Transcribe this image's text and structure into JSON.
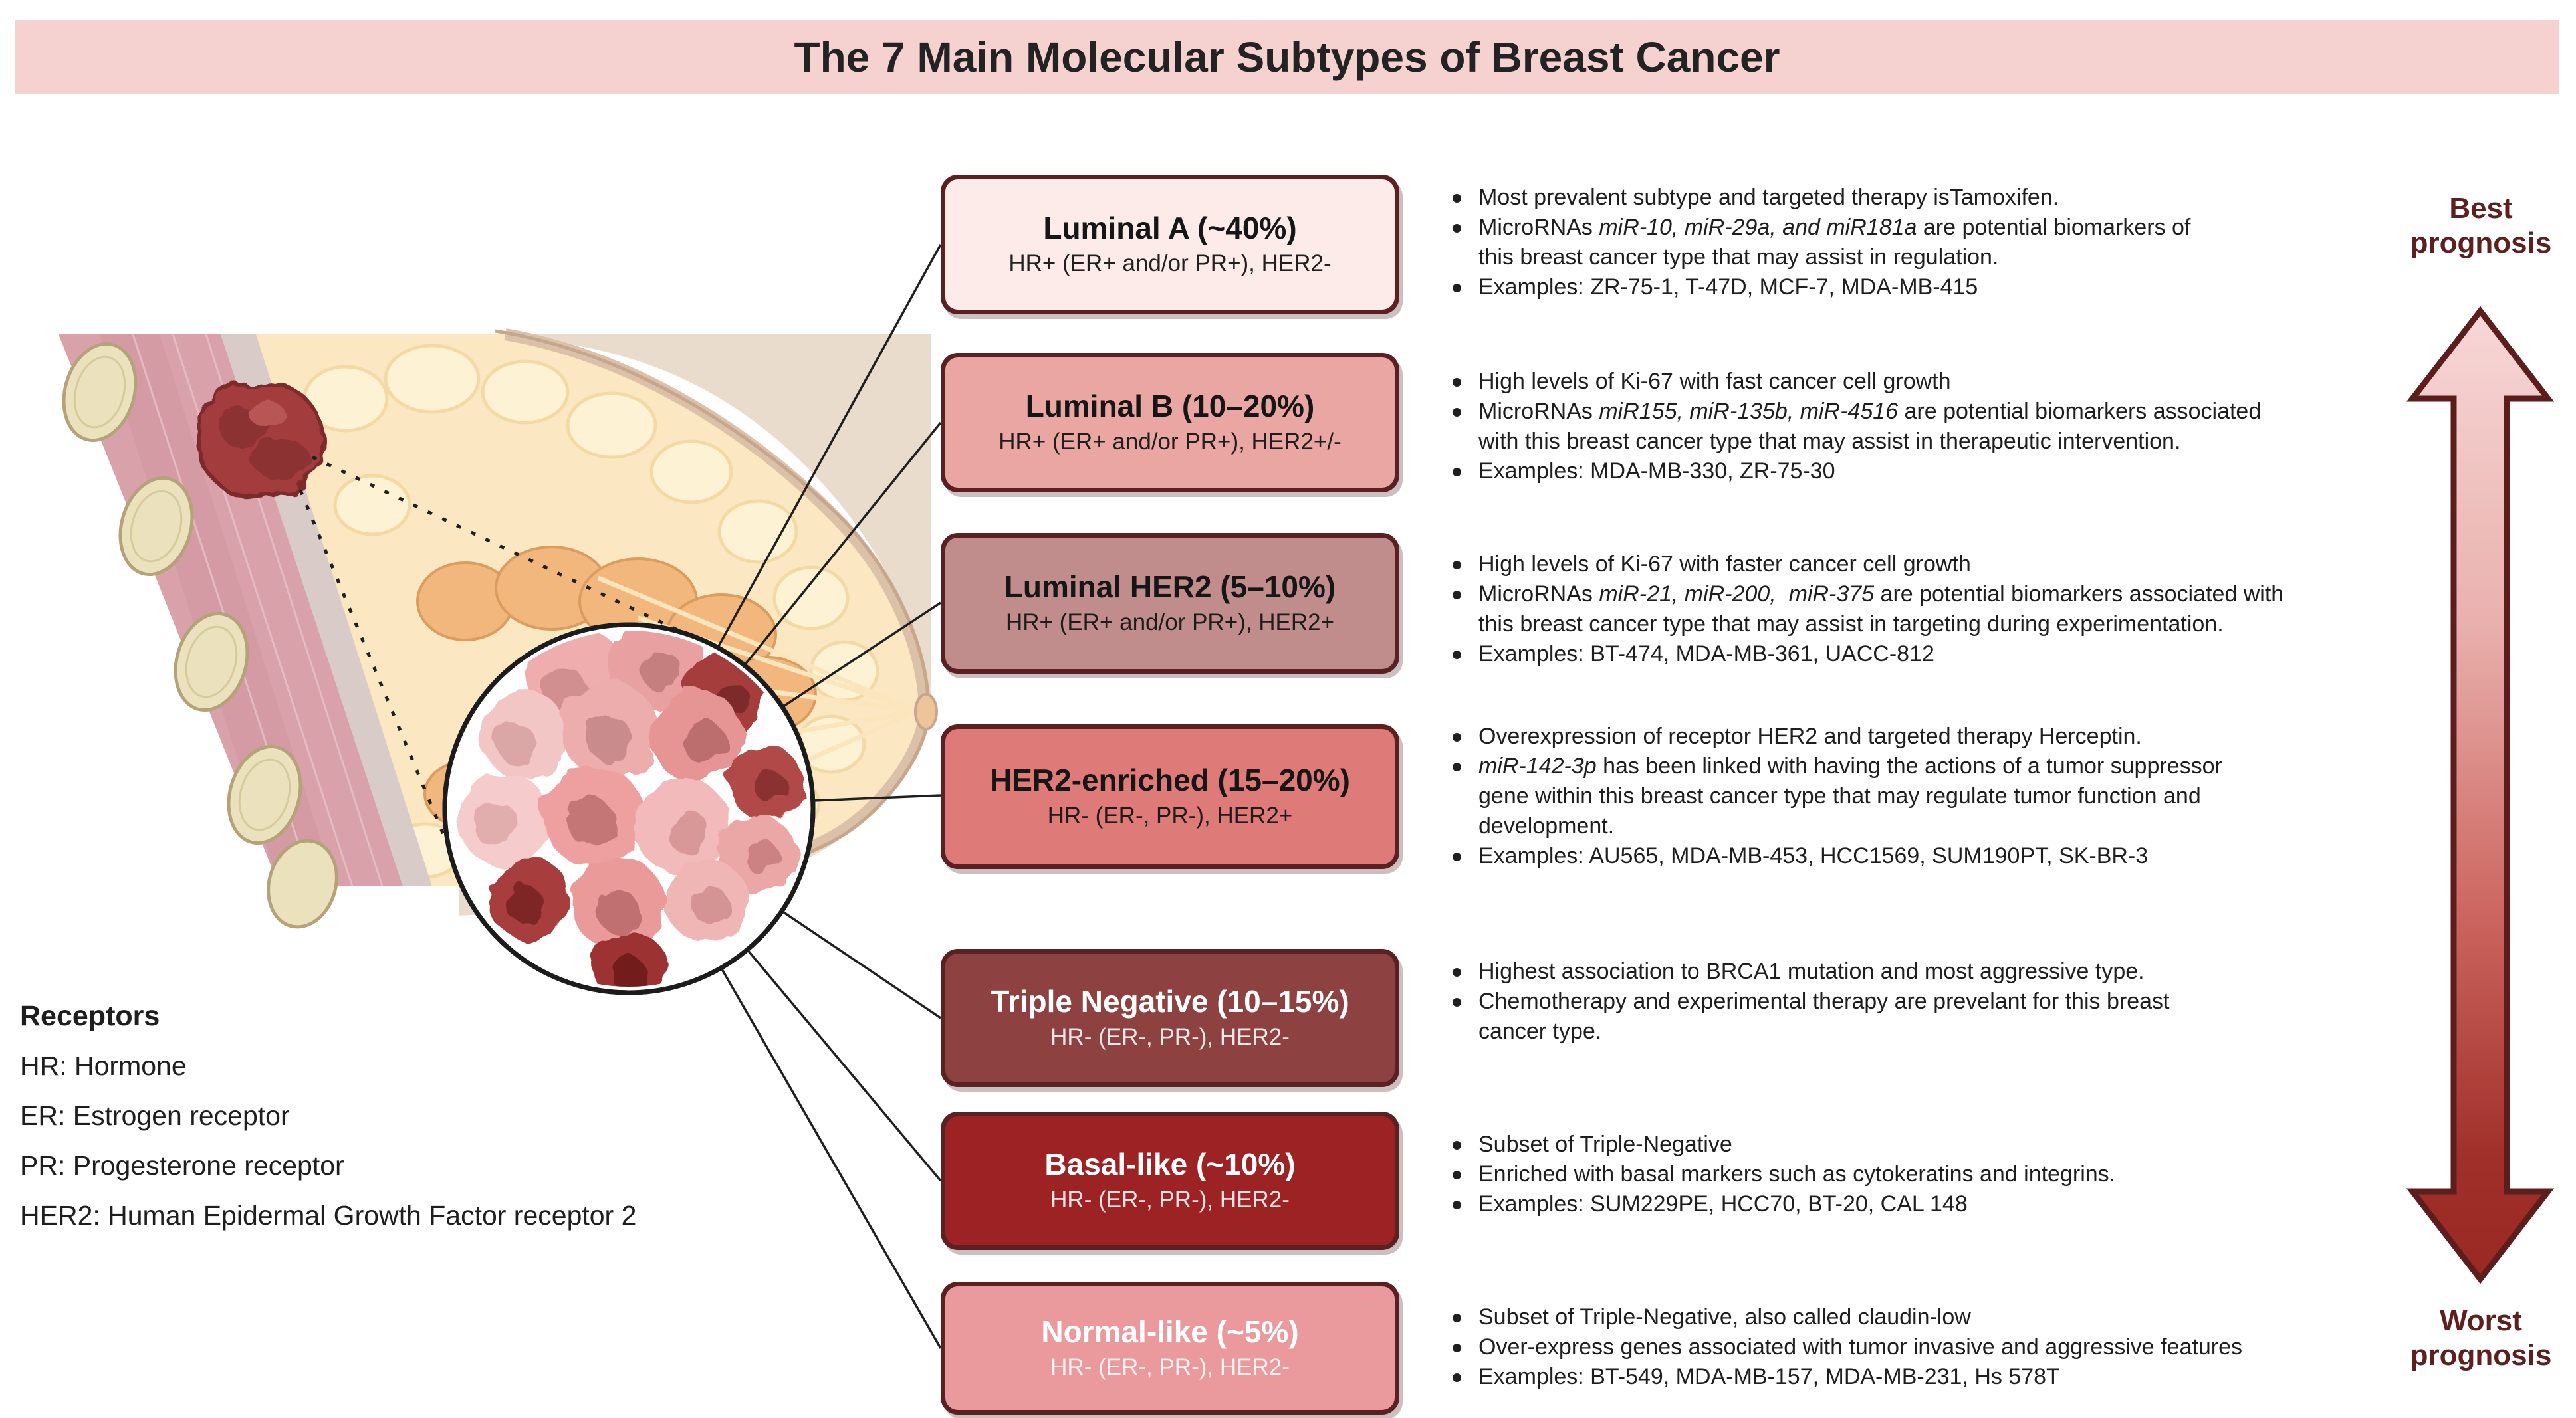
{
  "title": "The 7 Main Molecular Subtypes of Breast Cancer",
  "banner_color": "#f5d1d0",
  "accent_border_color": "#5a2022",
  "prognosis": {
    "best": "Best prognosis",
    "worst": "Worst prognosis"
  },
  "receptors": {
    "heading": "Receptors",
    "items": [
      "HR: Hormone",
      "ER: Estrogen receptor",
      "PR: Progesterone receptor",
      "HER2: Human Epidermal Growth Factor receptor 2"
    ]
  },
  "illustration": {
    "tumor_color": "#a33e3e",
    "cell_circle_border": "#1c1c1c",
    "arrow_gradient_top": "#f7d7d6",
    "arrow_gradient_bottom": "#9a2823"
  },
  "subtypes": [
    {
      "name": "Luminal A (~40%)",
      "receptor_status": "HR+ (ER+ and/or PR+), HER2-",
      "box_fill": "#fcebe9",
      "text_color": "#161616",
      "bullets": [
        {
          "lines": [
            [
              {
                "t": "Most prevalent subtype and targeted therapy isTamoxifen."
              }
            ]
          ]
        },
        {
          "lines": [
            [
              {
                "t": "MicroRNAs "
              },
              {
                "t": "miR-10, miR-29a, and miR181a",
                "i": true
              },
              {
                "t": " are potential biomarkers of"
              }
            ],
            [
              {
                "t": "this breast cancer type that may assist in regulation."
              }
            ]
          ]
        },
        {
          "lines": [
            [
              {
                "t": "Examples: ZR-75-1, T-47D, MCF-7, MDA-MB-415"
              }
            ]
          ]
        }
      ]
    },
    {
      "name": "Luminal B (10–20%)",
      "receptor_status": "HR+ (ER+ and/or PR+), HER2+/-",
      "box_fill": "#e9a6a3",
      "text_color": "#161616",
      "bullets": [
        {
          "lines": [
            [
              {
                "t": "High levels of Ki-67 with fast cancer cell growth"
              }
            ]
          ]
        },
        {
          "lines": [
            [
              {
                "t": "MicroRNAs "
              },
              {
                "t": "miR155, miR-135b, miR-4516",
                "i": true
              },
              {
                "t": " are potential biomarkers associated"
              }
            ],
            [
              {
                "t": "with this breast cancer type that may assist in therapeutic intervention."
              }
            ]
          ]
        },
        {
          "lines": [
            [
              {
                "t": "Examples: MDA-MB-330, ZR-75-30"
              }
            ]
          ]
        }
      ]
    },
    {
      "name": "Luminal HER2 (5–10%)",
      "receptor_status": "HR+ (ER+ and/or PR+), HER2+",
      "box_fill": "#c18c8c",
      "text_color": "#161616",
      "bullets": [
        {
          "lines": [
            [
              {
                "t": "High levels of Ki-67 with faster cancer cell growth"
              }
            ]
          ]
        },
        {
          "lines": [
            [
              {
                "t": "MicroRNAs "
              },
              {
                "t": "miR-21, miR-200,  miR-375",
                "i": true
              },
              {
                "t": " are potential biomarkers associated with"
              }
            ],
            [
              {
                "t": "this breast cancer type that may assist in targeting during experimentation."
              }
            ]
          ]
        },
        {
          "lines": [
            [
              {
                "t": "Examples: BT-474, MDA-MB-361, UACC-812"
              }
            ]
          ]
        }
      ]
    },
    {
      "name": "HER2-enriched (15–20%)",
      "receptor_status": "HR- (ER-, PR-), HER2+",
      "box_fill": "#de7a77",
      "text_color": "#161616",
      "bullets": [
        {
          "lines": [
            [
              {
                "t": "Overexpression of receptor HER2 and targeted therapy Herceptin."
              }
            ]
          ]
        },
        {
          "lines": [
            [
              {
                "t": "miR-142-3p",
                "i": true
              },
              {
                "t": " has been linked with having the actions of a tumor suppressor"
              }
            ],
            [
              {
                "t": "gene within this breast cancer type that may regulate tumor function and"
              }
            ],
            [
              {
                "t": "development."
              }
            ]
          ]
        },
        {
          "lines": [
            [
              {
                "t": "Examples: AU565, MDA-MB-453, HCC1569, SUM190PT, SK-BR-3"
              }
            ]
          ]
        }
      ]
    },
    {
      "name": "Triple Negative (10–15%)",
      "receptor_status": "HR- (ER-, PR-), HER2-",
      "box_fill": "#8e4141",
      "text_color": "#ffffff",
      "bullets": [
        {
          "lines": [
            [
              {
                "t": "Highest association to BRCA1 mutation and most aggressive type."
              }
            ]
          ]
        },
        {
          "lines": [
            [
              {
                "t": "Chemotherapy and experimental therapy are prevelant for this breast"
              }
            ],
            [
              {
                "t": "cancer type."
              }
            ]
          ]
        }
      ]
    },
    {
      "name": "Basal-like (~10%)",
      "receptor_status": "HR- (ER-, PR-), HER2-",
      "box_fill": "#9d2224",
      "text_color": "#ffffff",
      "bullets": [
        {
          "lines": [
            [
              {
                "t": "Subset of Triple-Negative"
              }
            ]
          ]
        },
        {
          "lines": [
            [
              {
                "t": "Enriched with basal markers such as cytokeratins and integrins."
              }
            ]
          ]
        },
        {
          "lines": [
            [
              {
                "t": "Examples: SUM229PE, HCC70, BT-20, CAL 148"
              }
            ]
          ]
        }
      ]
    },
    {
      "name": "Normal-like (~5%)",
      "receptor_status": "HR- (ER-, PR-), HER2-",
      "box_fill": "#ea9a9d",
      "text_color": "#ffffff",
      "bullets": [
        {
          "lines": [
            [
              {
                "t": "Subset of Triple-Negative, also called claudin-low"
              }
            ]
          ]
        },
        {
          "lines": [
            [
              {
                "t": "Over-express genes associated with tumor invasive and aggressive features"
              }
            ]
          ]
        },
        {
          "lines": [
            [
              {
                "t": "Examples: BT-549, MDA-MB-157, MDA-MB-231, Hs 578T"
              }
            ]
          ]
        }
      ]
    }
  ]
}
